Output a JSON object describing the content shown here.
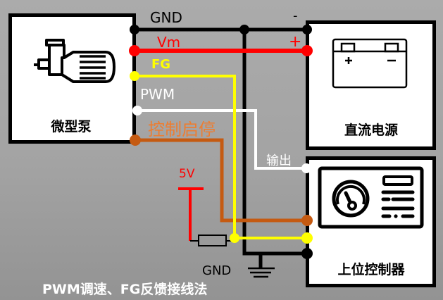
{
  "title": "PWM调速、FG反馈接线法",
  "colors": {
    "gnd": "#000000",
    "vm": "#ff0000",
    "fg": "#ffff00",
    "pwm": "#ffffff",
    "control": "#c55a11",
    "v5": "#ff0000",
    "control_label": "#ed7d31"
  },
  "blocks": {
    "pump": {
      "label": "微型泵",
      "icon": "pump-icon"
    },
    "dc_power": {
      "label": "直流电源",
      "icon": "battery-icon",
      "plus": "+",
      "minus": "−"
    },
    "controller": {
      "label": "上位控制器",
      "icon": "controller-panel-icon"
    }
  },
  "wires": {
    "gnd": {
      "label": "GND"
    },
    "vm": {
      "label": "Vm"
    },
    "fg": {
      "label": "FG"
    },
    "pwm": {
      "label": "PWM"
    },
    "control": {
      "label": "控制启停"
    },
    "output": {
      "label": "输出"
    }
  },
  "power_terminals": {
    "minus": "-",
    "plus": "+"
  },
  "pullup": {
    "label": "5V"
  },
  "ground": {
    "label": "GND"
  }
}
